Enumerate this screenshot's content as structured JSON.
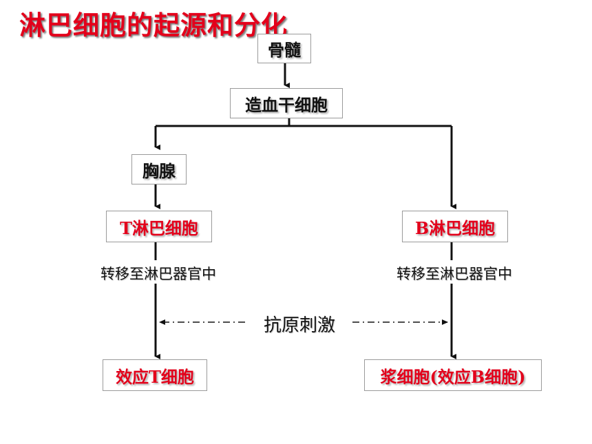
{
  "title": "淋巴细胞的起源和分化",
  "nodes": {
    "bone_marrow": "骨髓",
    "stem_cell": "造血干细胞",
    "thymus": "胸腺",
    "t_cell": "T淋巴细胞",
    "b_cell": "B淋巴细胞",
    "effector_t": "效应T细胞",
    "plasma_cell": "浆细胞(效应B细胞)"
  },
  "labels": {
    "migrate_left": "转移至淋巴器官中",
    "migrate_right": "转移至淋巴器官中",
    "antigen": "抗原刺激"
  },
  "colors": {
    "title": "#e3001b",
    "red_text": "#e3001b",
    "black_text": "#111111",
    "box_border": "#9a9a9a"
  }
}
